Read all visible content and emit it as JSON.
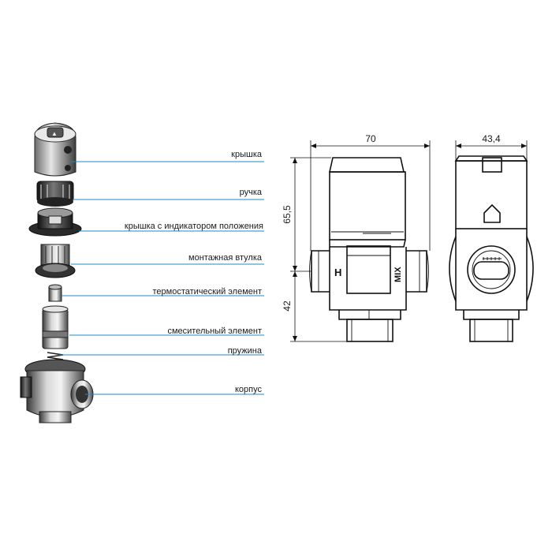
{
  "parts": [
    {
      "id": "cap",
      "label": "крышка"
    },
    {
      "id": "handle",
      "label": "ручка"
    },
    {
      "id": "indicator-cap",
      "label": "крышка с  индикатором положения"
    },
    {
      "id": "mounting-sleeve",
      "label": "монтажная втулка"
    },
    {
      "id": "thermostatic-element",
      "label": "термостатический элемент"
    },
    {
      "id": "mixing-element",
      "label": "смесительный элемент"
    },
    {
      "id": "spring",
      "label": "пружина"
    },
    {
      "id": "body",
      "label": "корпус"
    }
  ],
  "dimensions": {
    "width": "70",
    "depth": "43,4",
    "upper_height": "65,5",
    "lower_height": "42"
  },
  "markings": {
    "hot": "H",
    "mix": "MIX"
  },
  "colors": {
    "leader": "#1e88c8",
    "outline": "#111111"
  }
}
